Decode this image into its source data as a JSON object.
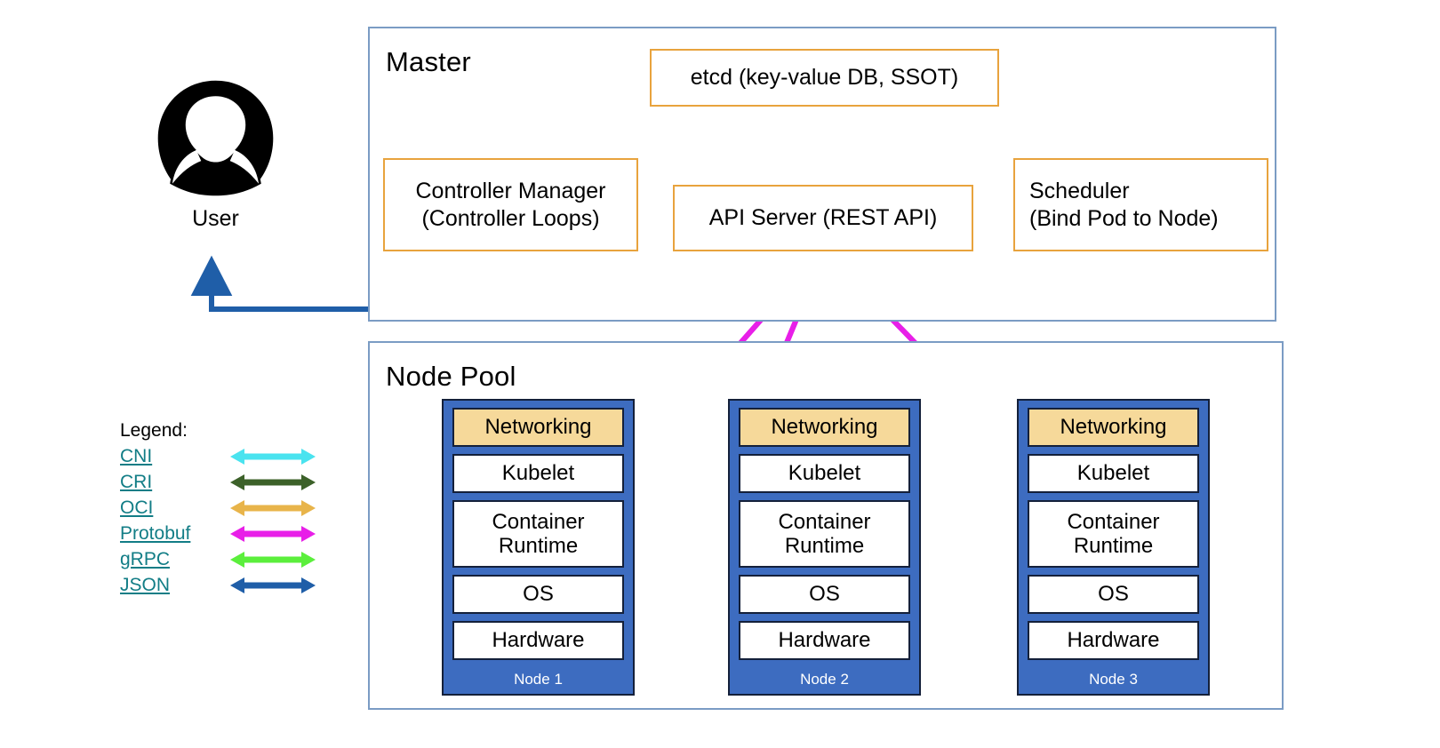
{
  "diagram": {
    "type": "kubernetes-architecture",
    "background": "#ffffff"
  },
  "colors": {
    "panel_border": "#7b9cc4",
    "component_border": "#e8a33d",
    "node_fill": "#3d6cc0",
    "node_border": "#14203a",
    "networking_fill": "#f6d99a",
    "box_fill": "#ffffff",
    "cni": "#4ae3ef",
    "cri": "#3c6129",
    "oci": "#e8b44a",
    "protobuf": "#e81fe8",
    "grpc": "#5bef3c",
    "json": "#1f5ea8",
    "os_hw_connector": "#cd6b62",
    "legend_link": "#127d86",
    "node_caption": "#ffffff"
  },
  "user": {
    "label": "User",
    "icon": "user-avatar-icon"
  },
  "master": {
    "title": "Master",
    "components": [
      {
        "id": "etcd",
        "label": "etcd (key-value DB, SSOT)"
      },
      {
        "id": "controller-manager",
        "label": "Controller Manager\n(Controller Loops)",
        "line1": "Controller Manager",
        "line2": "(Controller Loops)"
      },
      {
        "id": "api-server",
        "label": "API Server (REST API)"
      },
      {
        "id": "scheduler",
        "label": "Scheduler\n(Bind Pod to Node)",
        "line1": "Scheduler",
        "line2": "(Bind Pod to Node)"
      }
    ]
  },
  "node_pool": {
    "title": "Node Pool",
    "layer_labels": {
      "networking": "Networking",
      "kubelet": "Kubelet",
      "container_runtime_line1": "Container",
      "container_runtime_line2": "Runtime",
      "os": "OS",
      "hardware": "Hardware"
    },
    "nodes": [
      {
        "caption": "Node 1"
      },
      {
        "caption": "Node 2"
      },
      {
        "caption": "Node 3"
      }
    ]
  },
  "legend": {
    "title": "Legend:",
    "items": [
      {
        "label": "CNI",
        "color": "#4ae3ef",
        "link": true
      },
      {
        "label": "CRI",
        "color": "#3c6129",
        "link": true
      },
      {
        "label": "OCI",
        "color": "#e8b44a",
        "link": true
      },
      {
        "label": "Protobuf",
        "color": "#e81fe8",
        "link": true
      },
      {
        "label": "gRPC",
        "color": "#5bef3c",
        "link": true
      },
      {
        "label": "JSON",
        "color": "#1f5ea8",
        "link": true
      }
    ]
  },
  "connections": [
    {
      "from": "etcd",
      "to": "api-server",
      "protocol": "gRPC",
      "bidirectional": true
    },
    {
      "from": "controller-manager",
      "to": "api-server",
      "protocol": "Protobuf",
      "bidirectional": false
    },
    {
      "from": "scheduler",
      "to": "api-server",
      "protocol": "Protobuf",
      "bidirectional": false
    },
    {
      "from": "node-1-kubelet",
      "to": "api-server",
      "protocol": "Protobuf",
      "bidirectional": true
    },
    {
      "from": "node-2-kubelet",
      "to": "api-server",
      "protocol": "Protobuf",
      "bidirectional": true
    },
    {
      "from": "node-3-kubelet",
      "to": "api-server",
      "protocol": "Protobuf",
      "bidirectional": true
    },
    {
      "from": "user",
      "to": "api-server",
      "protocol": "JSON",
      "bidirectional": true
    },
    {
      "from": "kubelet",
      "to": "networking",
      "protocol": "CNI",
      "bidirectional": false
    },
    {
      "from": "kubelet",
      "to": "container-runtime",
      "protocol": "CRI",
      "bidirectional": false
    },
    {
      "from": "container-runtime",
      "to": "os",
      "protocol": "OCI",
      "bidirectional": false
    },
    {
      "from": "os",
      "to": "hardware",
      "protocol": "",
      "bidirectional": false
    }
  ]
}
